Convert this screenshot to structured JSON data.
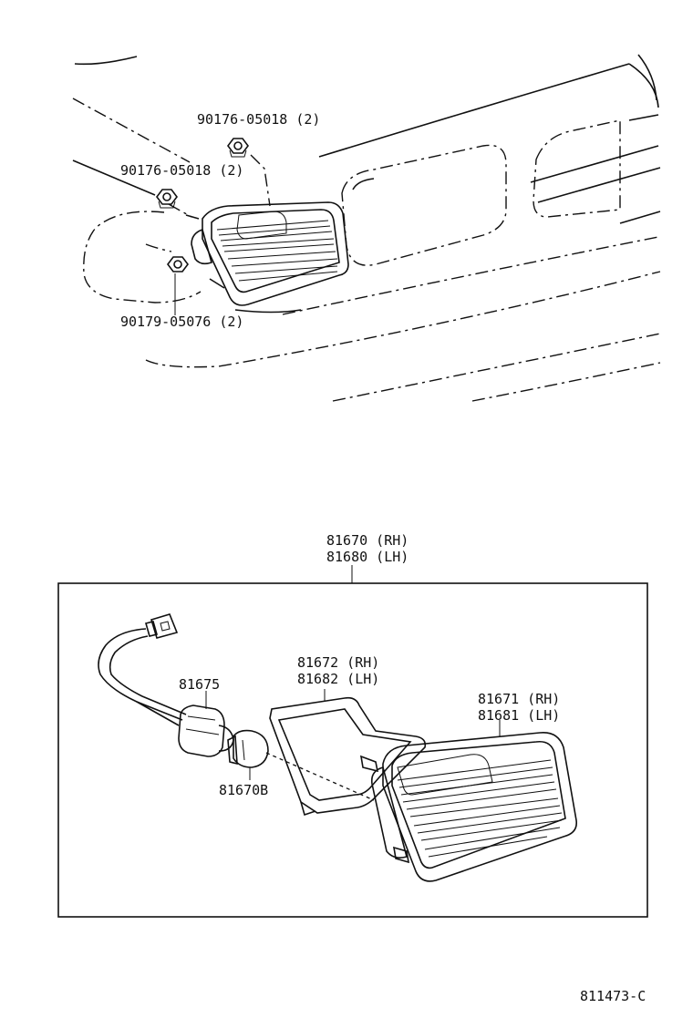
{
  "labels": {
    "nut_upper": "90176-05018 (2)",
    "nut_mid": "90176-05018 (2)",
    "nut_lower": "90179-05076 (2)",
    "assy_rh": "81670 (RH)",
    "assy_lh": "81680 (LH)",
    "gasket_rh": "81672 (RH)",
    "gasket_lh": "81682 (LH)",
    "socket": "81675",
    "bulb": "81670B",
    "lens_rh": "81671 (RH)",
    "lens_lh": "81681 (LH)",
    "figure_code": "811473-C"
  }
}
